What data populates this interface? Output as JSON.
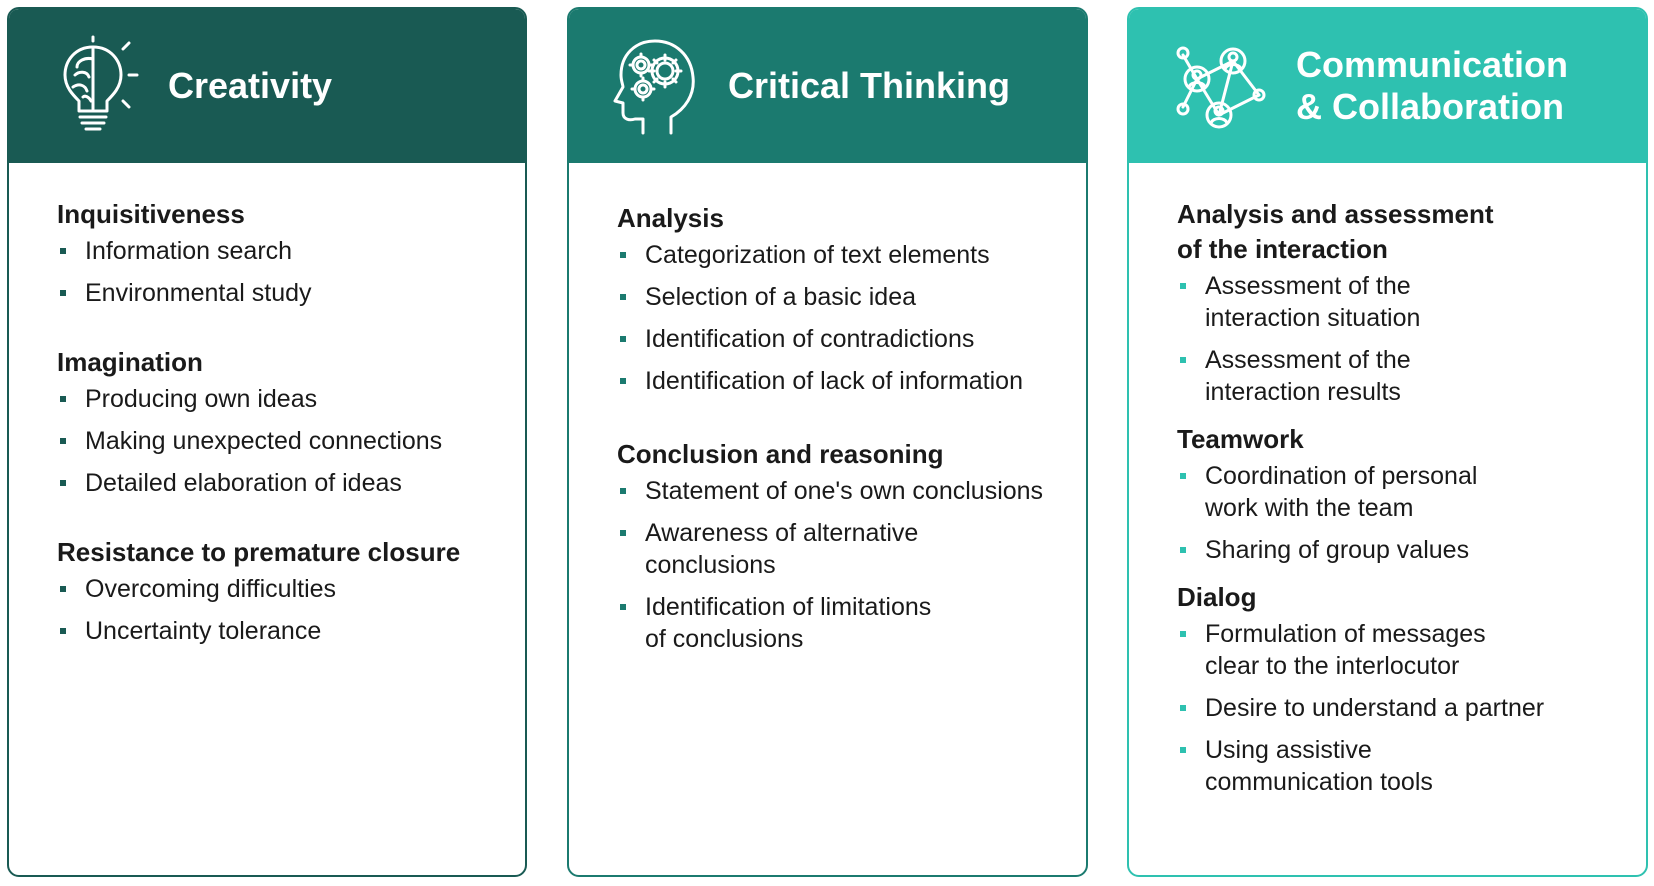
{
  "colors": {
    "creativity": "#195a53",
    "critical_thinking": "#1b7a6f",
    "communication": "#2ec1b0"
  },
  "cards": [
    {
      "icon": "lightbulb-brain-icon",
      "title": "Creativity",
      "sections": [
        {
          "heading": "Inquisitiveness",
          "items": [
            "Information search",
            "Environmental study"
          ]
        },
        {
          "heading": "Imagination",
          "items": [
            "Producing own ideas",
            "Making unexpected connections",
            "Detailed elaboration of ideas"
          ]
        },
        {
          "heading": "Resistance to premature closure",
          "items": [
            "Overcoming difficulties",
            "Uncertainty tolerance"
          ]
        }
      ]
    },
    {
      "icon": "head-gears-icon",
      "title": "Critical Thinking",
      "sections": [
        {
          "heading": "Analysis",
          "items": [
            "Categorization of text elements",
            "Selection of a basic idea",
            "Identification of contradictions",
            "Identification of lack of information"
          ]
        },
        {
          "heading": "Conclusion and reasoning",
          "items": [
            "Statement of one's own conclusions",
            "Awareness of alternative\nconclusions",
            "Identification of limitations\nof conclusions"
          ]
        }
      ]
    },
    {
      "icon": "people-network-icon",
      "title": "Communication\n& Collaboration",
      "sections": [
        {
          "heading": "Analysis and assessment\nof the interaction",
          "items": [
            "Assessment of the\ninteraction situation",
            "Assessment of the\ninteraction results"
          ]
        },
        {
          "heading": "Teamwork",
          "items": [
            "Coordination of personal\nwork with the team",
            "Sharing of group values"
          ]
        },
        {
          "heading": "Dialog",
          "items": [
            "Formulation of messages\nclear to the interlocutor",
            "Desire to understand a partner",
            "Using assistive\ncommunication tools"
          ]
        }
      ]
    }
  ]
}
